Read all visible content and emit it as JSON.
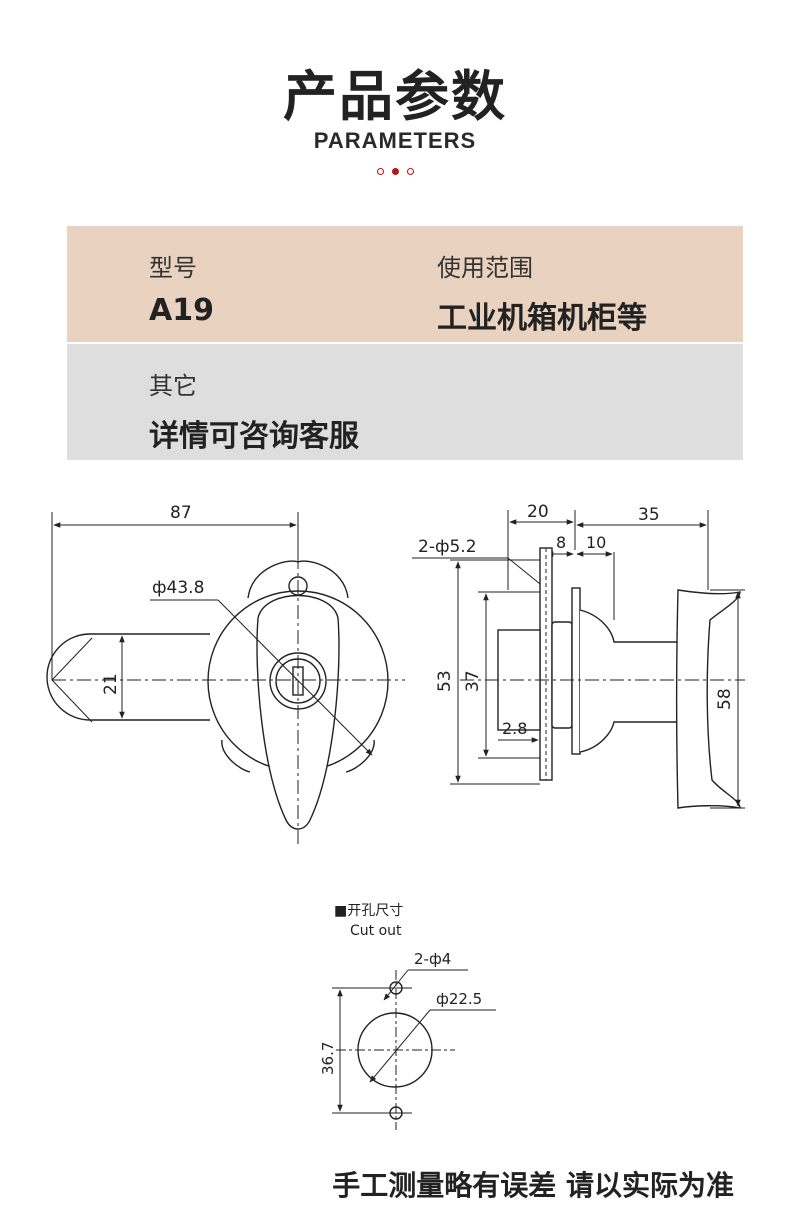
{
  "header": {
    "title": "产品参数",
    "subtitle": "PARAMETERS"
  },
  "params": {
    "model_label": "型号",
    "model_value": "A19",
    "usage_label": "使用范围",
    "usage_value": "工业机箱机柜等",
    "other_label": "其它",
    "other_value": "详情可咨询客服"
  },
  "drawing": {
    "front_width": "87",
    "front_diameter": "ф43.8",
    "front_height": "21",
    "side_depth_a": "20",
    "side_depth_b": "35",
    "side_hole": "2-ф5.2",
    "side_gap_a": "8",
    "side_gap_b": "10",
    "side_height_outer": "53",
    "side_height_inner": "37",
    "side_plate": "2.8",
    "side_handle_height": "58",
    "cutout_title": "■开孔尺寸",
    "cutout_subtitle": "Cut out",
    "cutout_holes": "2-ф4",
    "cutout_diameter": "ф22.5",
    "cutout_spacing": "36.7"
  },
  "footer": {
    "note": "手工测量略有误差 请以实际为准"
  }
}
